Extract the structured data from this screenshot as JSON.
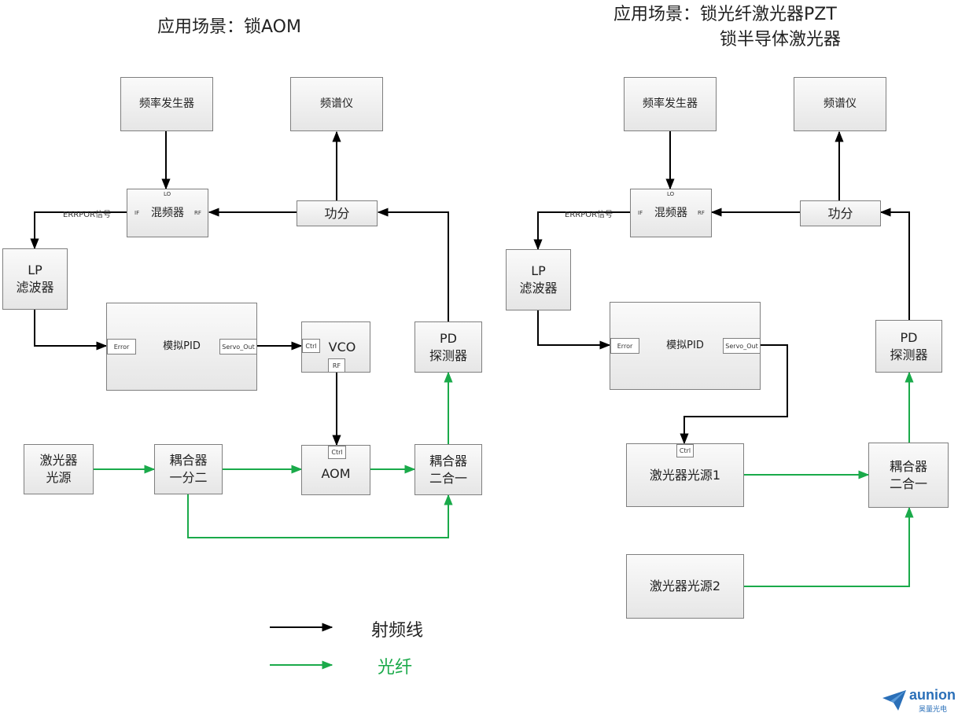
{
  "left": {
    "title": "应用场景：锁AOM",
    "freq_gen": "频率发生器",
    "spectrum": "频谱仪",
    "mixer": "混频器",
    "mixer_lo": "LO",
    "mixer_if": "IF",
    "mixer_rf": "RF",
    "splitter": "功分",
    "error_signal": "ERRPOR信号",
    "lp_filter": "LP\n滤波器",
    "pid": "模拟PID",
    "pid_error": "Error",
    "pid_servo": "Servo_Out",
    "vco": "VCO",
    "vco_ctrl": "Ctrl",
    "vco_rf": "RF",
    "pd": "PD\n探测器",
    "laser": "激光器\n光源",
    "coupler_split": "耦合器\n一分二",
    "aom": "AOM",
    "aom_ctrl": "Ctrl",
    "coupler_combine": "耦合器\n二合一"
  },
  "right": {
    "title_line1": "应用场景：锁光纤激光器PZT",
    "title_line2": "锁半导体激光器",
    "freq_gen": "频率发生器",
    "spectrum": "频谱仪",
    "mixer": "混频器",
    "mixer_lo": "LO",
    "mixer_if": "IF",
    "mixer_rf": "RF",
    "splitter": "功分",
    "error_signal": "ERRPOR信号",
    "lp_filter": "LP\n滤波器",
    "pid": "模拟PID",
    "pid_error": "Error",
    "pid_servo": "Servo_Out",
    "pd": "PD\n探测器",
    "laser1": "激光器光源1",
    "laser1_ctrl": "Ctrl",
    "laser2": "激光器光源2",
    "coupler_combine": "耦合器\n二合一"
  },
  "legend": {
    "rf_line": "射频线",
    "fiber": "光纤"
  },
  "colors": {
    "rf_line": "#000000",
    "fiber": "#1aaa4a",
    "box_border": "#7f7f7f",
    "logo": "#2a6fb8"
  },
  "logo": {
    "name": "aunion",
    "subtitle": "昊量光电"
  }
}
